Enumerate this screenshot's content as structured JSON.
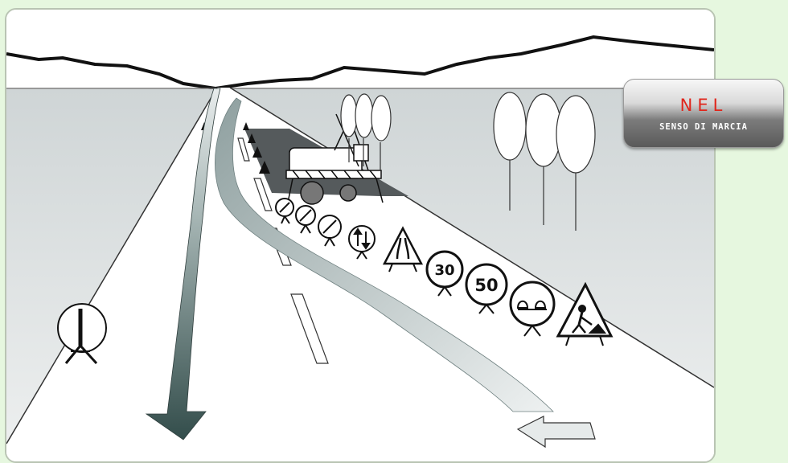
{
  "badge": {
    "title": "NEL",
    "subtitle": "SENSO DI MARCIA"
  },
  "signs": {
    "speed_limit_1": "30",
    "speed_limit_2": "50"
  },
  "colors": {
    "page_background": "#e6f7df",
    "ground": "#dfe3e3",
    "roadworks_area": "#555a5c",
    "arrow_dark": "#3f5957",
    "arrow_light": "#c9d2d2",
    "badge_red": "#e0251b"
  }
}
